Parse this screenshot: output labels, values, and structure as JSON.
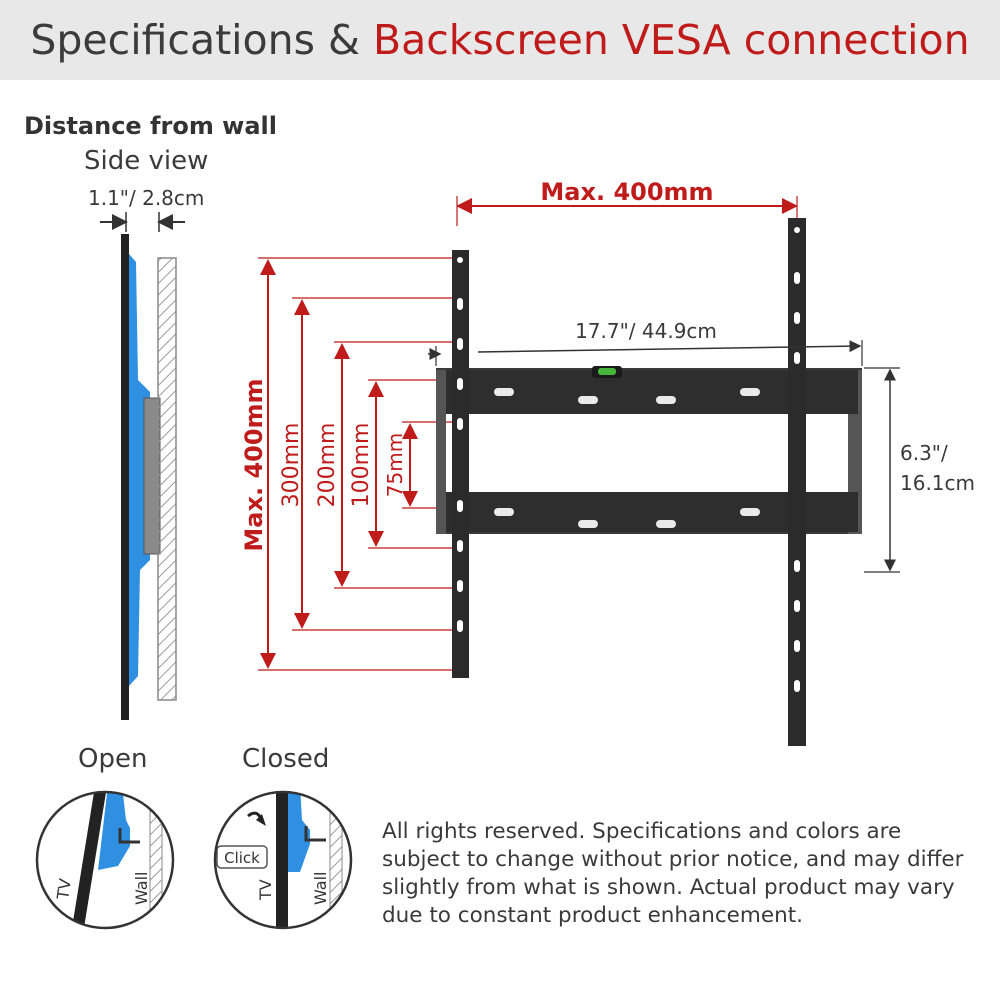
{
  "header": {
    "title_part1": "Specifications & ",
    "title_part2": "Backscreen VESA connection"
  },
  "side": {
    "title": "Distance from wall",
    "subtitle": "Side view",
    "gap": "1.1\"/ 2.8cm"
  },
  "dimensions": {
    "width_max": "Max. 400mm",
    "height_max": "Max. 400mm",
    "bracket_width": "17.7\"/ 44.9cm",
    "bracket_height_line1": "6.3\"/",
    "bracket_height_line2": "16.1cm",
    "v300": "300mm",
    "v200": "200mm",
    "v100": "100mm",
    "v75": "75mm"
  },
  "detail": {
    "open": "Open",
    "closed": "Closed",
    "tv": "TV",
    "wall": "Wall",
    "click": "Click"
  },
  "disclaimer": "All rights reserved. Specifications and colors are subject to change without prior notice, and may differ slightly from what is shown. Actual product may vary due to constant product enhancement.",
  "colors": {
    "accent_red": "#c01b1b",
    "bracket_black": "#2b2b2b",
    "tv_blue": "#2f8fe0",
    "header_bg": "#e8e8e8"
  }
}
